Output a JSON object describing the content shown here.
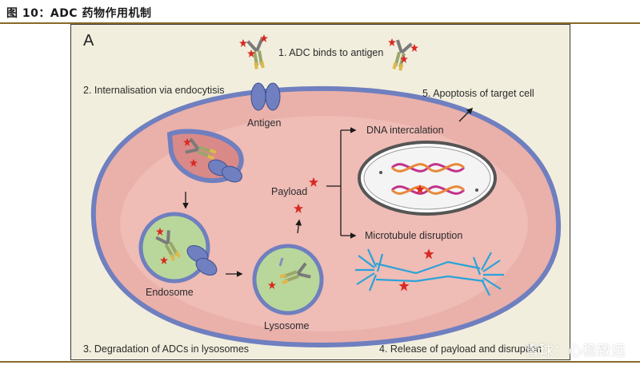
{
  "figure": {
    "title": "图 10：ADC 药物作用机制",
    "panel_letter": "A"
  },
  "labels": {
    "step1": "1. ADC binds to antigen",
    "step2": "2. Internalisation via endocytisis",
    "step3": "3. Degradation of ADCs in lysosomes",
    "step4": "4. Release of payload and disruption",
    "step5": "5. Apoptosis of target cell",
    "antigen": "Antigen",
    "payload": "Payload",
    "endosome": "Endosome",
    "lysosome": "Lysosome",
    "dna": "DNA intercalation",
    "microtubule": "Microtubule disruption"
  },
  "watermark": "雪球：心稳致远",
  "colors": {
    "cell_fill": "#eab0aa",
    "membrane": "#6f7fbf",
    "vesicle_fill": "#b9d79a",
    "payload": "#d82a22",
    "microtubule": "#2aa3d8"
  }
}
